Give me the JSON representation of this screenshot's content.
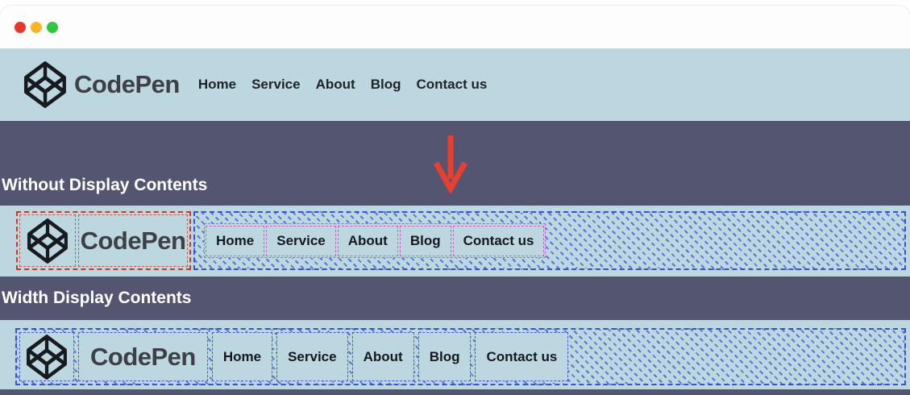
{
  "window": {
    "traffic_lights": [
      {
        "name": "close-dot",
        "color": "#e5392e"
      },
      {
        "name": "minimize-dot",
        "color": "#fcb427"
      },
      {
        "name": "zoom-dot",
        "color": "#2fc93f"
      }
    ]
  },
  "brand": {
    "name": "CodePen",
    "logo_icon": "codepen-cube-icon"
  },
  "nav_items": [
    "Home",
    "Service",
    "About",
    "Blog",
    "Contact us"
  ],
  "sections": {
    "without": {
      "label": "Without Display Contents",
      "arrow_icon": "down-arrow-icon"
    },
    "width": {
      "label": "Width Display Contents"
    }
  },
  "colors": {
    "header_bg": "#bdd7e1",
    "band_bg": "#545571",
    "arrow_red": "#e8402f",
    "nav_outline_blue": "#3c50d2",
    "hatch_line_blue": "#5b74d8",
    "logo_outline_red": "#c23a30",
    "logo_cell_outline_orange": "#cd5440",
    "list_outline_violet": "#9d6bd4",
    "item_outline_magenta": "#d262c6",
    "flat_cell_outline_blue": "#4a5ad6",
    "nav_text_dark": "#1f2328",
    "wordmark_gray": "#3d4047"
  }
}
